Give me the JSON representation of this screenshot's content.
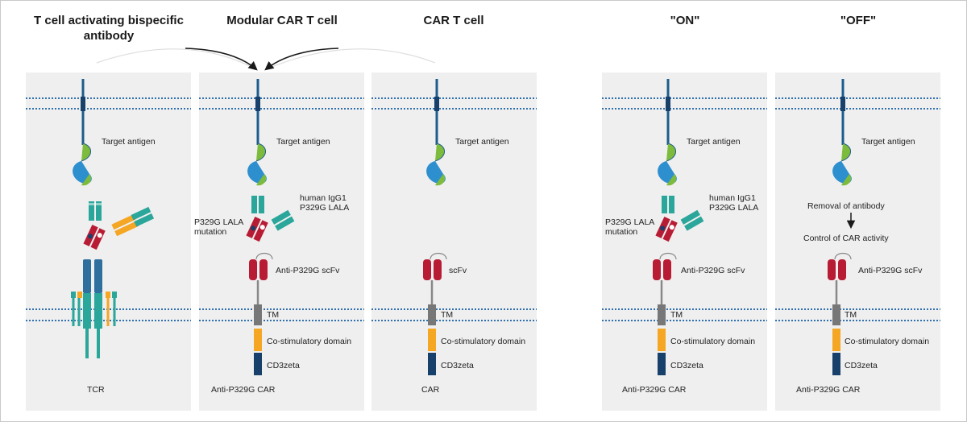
{
  "headers": {
    "bispecific": "T cell activating bispecific antibody",
    "modular": "Modular CAR T cell",
    "car": "CAR T cell",
    "on": "\"ON\"",
    "off": "\"OFF\""
  },
  "labels": {
    "target_antigen": "Target antigen",
    "human_igg1": "human IgG1",
    "p329g_lala": "P329G LALA",
    "p329g_lala_mutation_1": "P329G LALA",
    "p329g_lala_mutation_2": "mutation",
    "anti_p329g_scfv": "Anti-P329G scFv",
    "scfv": "scFv",
    "tm": "TM",
    "costim": "Co-stimulatory domain",
    "cd3zeta": "CD3zeta",
    "tcr": "TCR",
    "car": "CAR",
    "anti_p329g_car": "Anti-P329G CAR",
    "removal": "Removal of antibody",
    "control": "Control of CAR activity"
  },
  "colors": {
    "panel_bg": "#efefef",
    "membrane": "#2f6fb0",
    "antigen_stalk": "#1d5c8c",
    "antigen_green": "#7dbb3c",
    "antigen_blue": "#2e8fcf",
    "teal": "#2aa69a",
    "red": "#b81c34",
    "orange": "#f5a623",
    "grey": "#777777",
    "navy": "#17406a"
  }
}
